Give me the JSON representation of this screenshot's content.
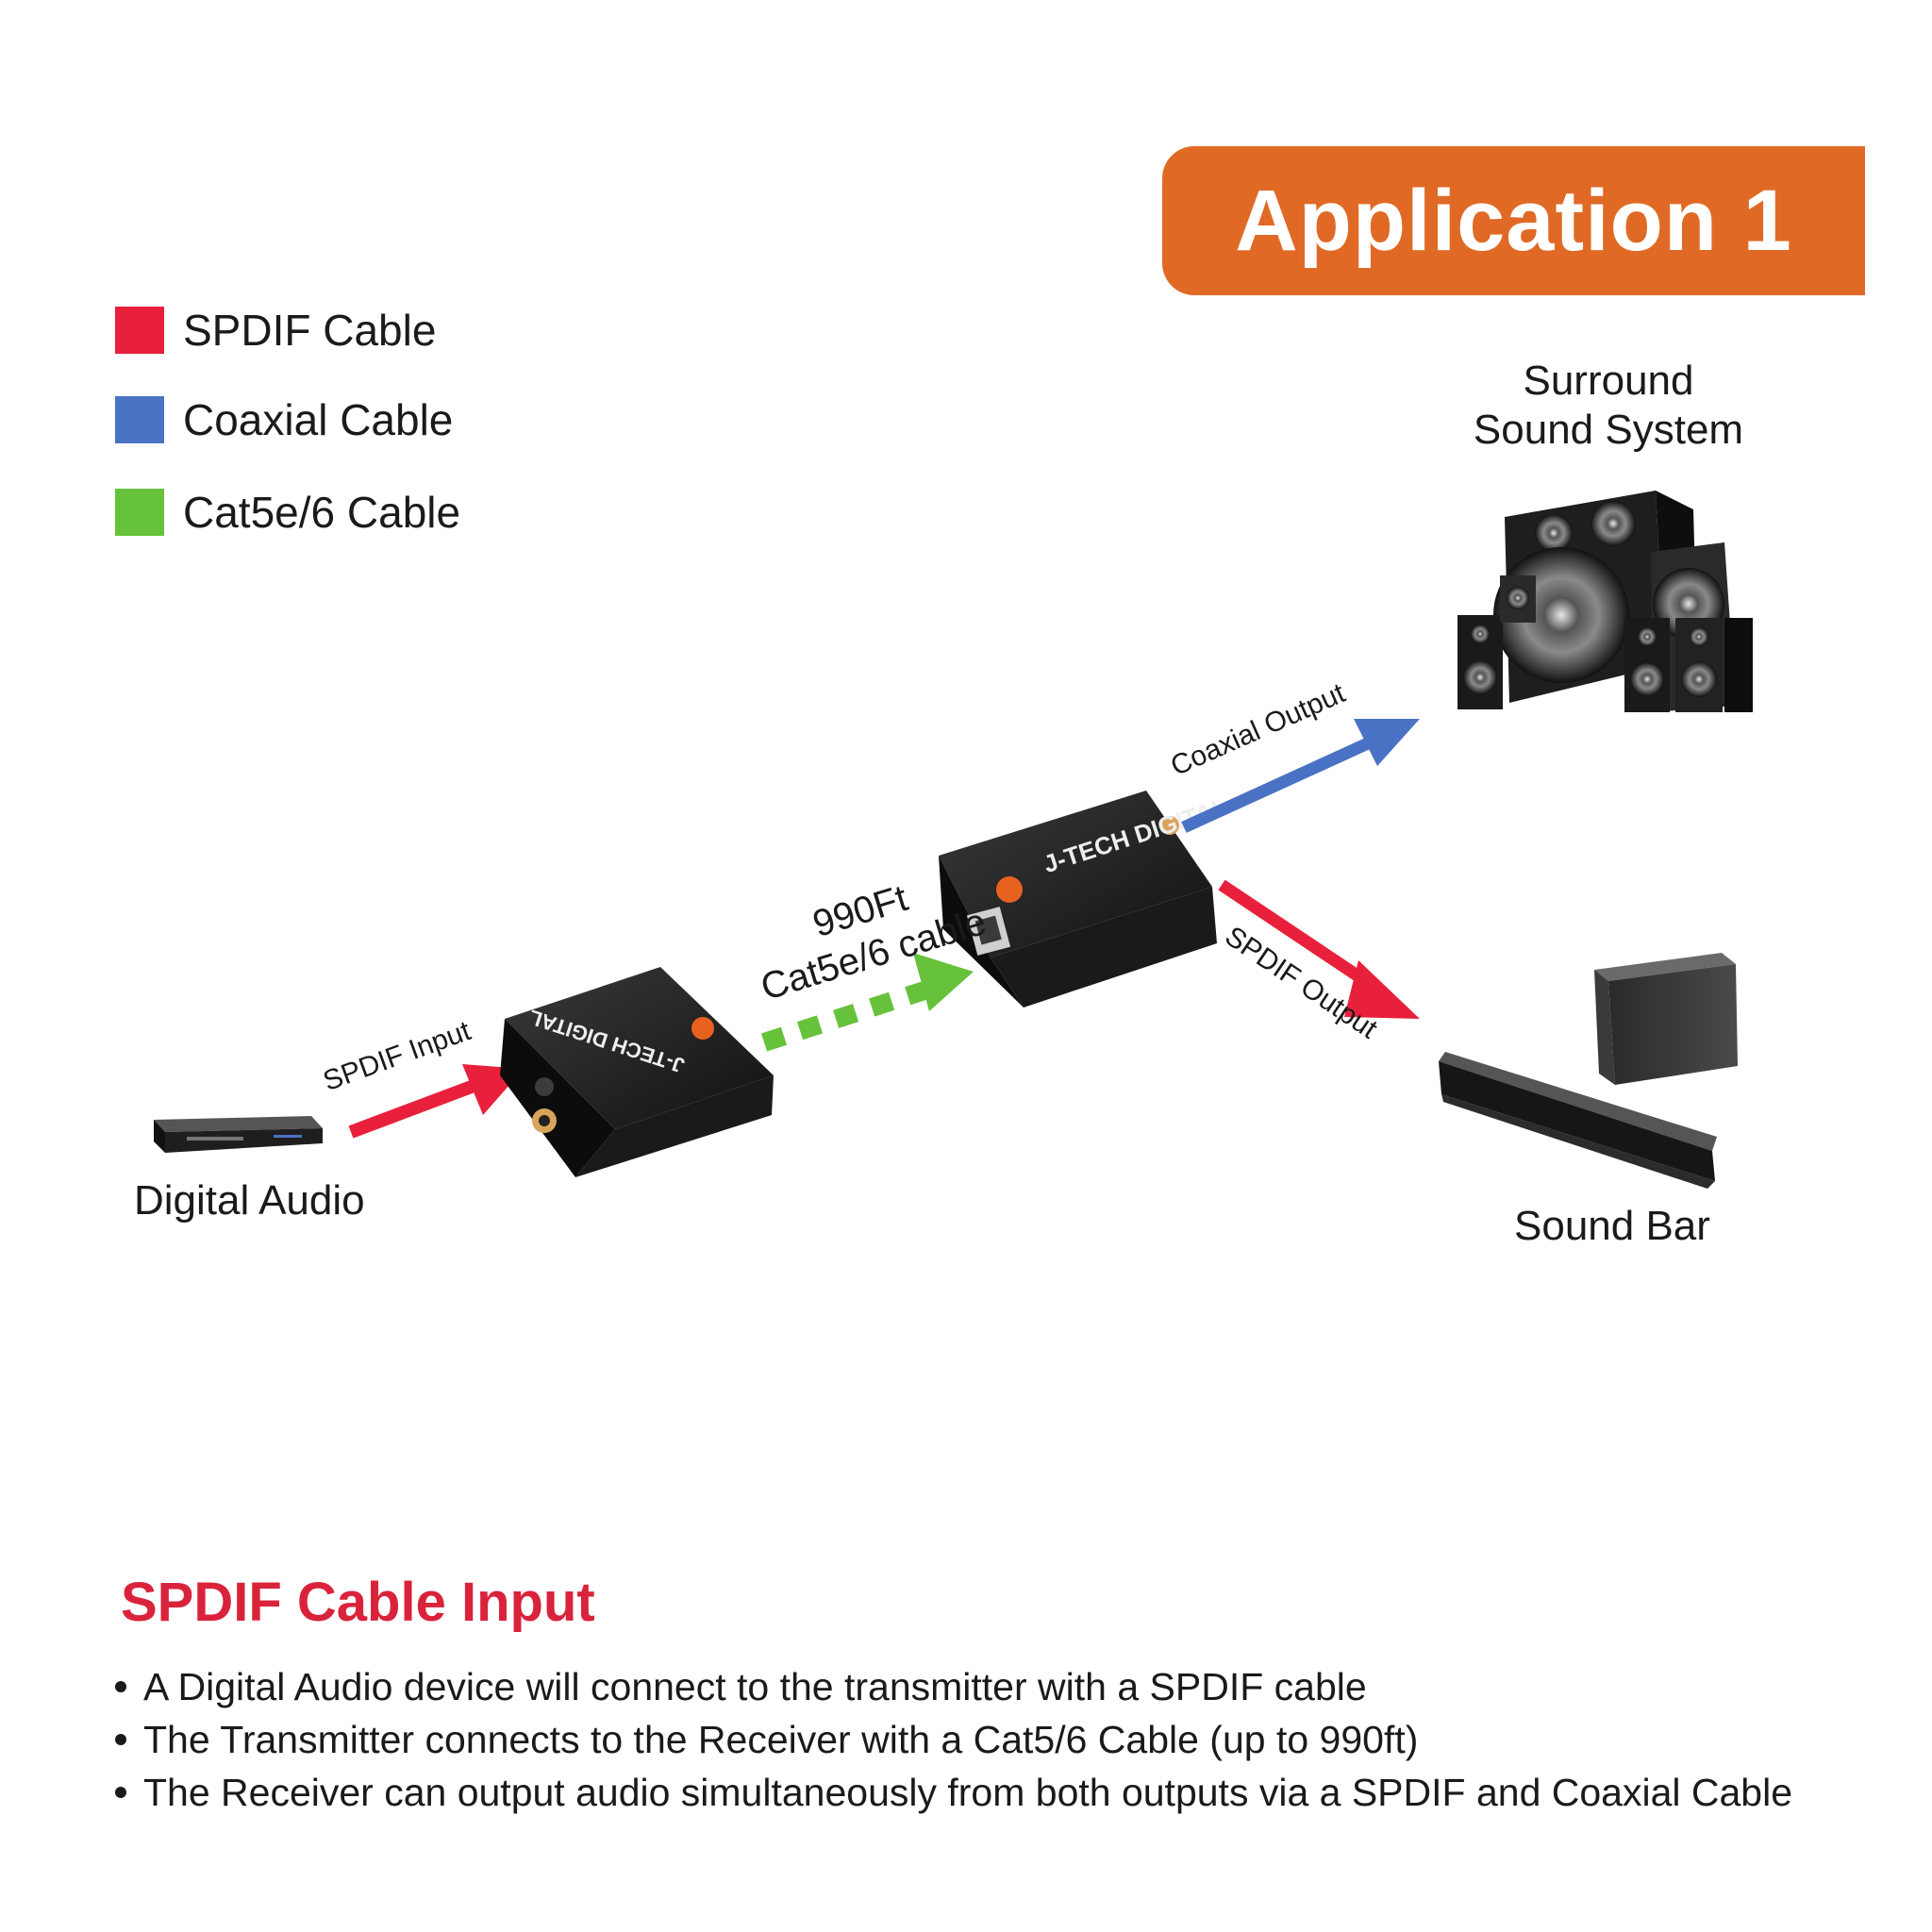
{
  "banner": {
    "title": "Application 1"
  },
  "legend": [
    {
      "label": "SPDIF Cable",
      "color": "#e8203c"
    },
    {
      "label": "Coaxial Cable",
      "color": "#4a72c4"
    },
    {
      "label": "Cat5e/6 Cable",
      "color": "#66c23a"
    }
  ],
  "nodes": {
    "source": "Digital Audio",
    "surround_line1": "Surround",
    "surround_line2": "Sound System",
    "soundbar": "Sound Bar"
  },
  "edges": {
    "spdif_input": "SPDIF Input",
    "cat_line1": "990Ft",
    "cat_line2": "Cat5e/6 cable",
    "coax_output": "Coaxial Output",
    "spdif_output": "SPDIF Output"
  },
  "device": {
    "brand": "J-TECH DIGITAL"
  },
  "section": {
    "title": "SPDIF Cable Input",
    "title_color": "#d9233b",
    "bullets": [
      "A Digital Audio device will connect to the transmitter with a SPDIF cable",
      "The Transmitter connects to the Receiver with a Cat5/6 Cable (up to 990ft)",
      "The Receiver can output audio simultaneously from both outputs via a SPDIF and Coaxial Cable"
    ]
  },
  "colors": {
    "banner": "#e06a25",
    "spdif": "#e8203c",
    "coax": "#4a72c4",
    "cat": "#66c23a",
    "device_body": "#1c1c1c",
    "brand_accent": "#e8621f"
  }
}
